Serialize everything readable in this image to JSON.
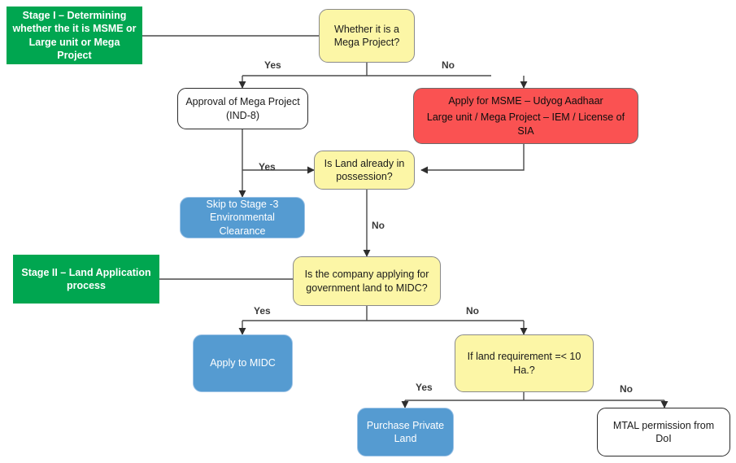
{
  "diagram": {
    "title": "Stage I / Stage II Project & Land Application Flowchart",
    "colors": {
      "stage_green": "#00a650",
      "decision_yellow": "#fcf6a6",
      "alert_red": "#fa5252",
      "action_blue": "#559bd1",
      "plain_white": "#ffffff",
      "connector": "#404040"
    },
    "nodes": {
      "stage1": {
        "line1": "Stage I – Determining",
        "line2": "whether the it is  MSME or",
        "line3": "Large unit or Mega Project"
      },
      "mega_project_q": {
        "line1": "Whether it is a",
        "line2": "Mega Project?"
      },
      "approval_mega": {
        "line1": "Approval of Mega Project",
        "line2": "(IND-8)"
      },
      "apply_msme": {
        "line1": "Apply for MSME – Udyog Aadhaar",
        "line2": "Large unit / Mega Project – IEM / License of SIA"
      },
      "land_possession_q": {
        "line1": "Is Land already in",
        "line2": "possession?"
      },
      "skip_stage3": {
        "line1": "Skip to Stage -3",
        "line2": "Environmental Clearance"
      },
      "stage2": {
        "line1": "Stage II – Land Application",
        "line2": "process"
      },
      "gov_land_q": {
        "line1": "Is the company applying for",
        "line2": "government land to MIDC?"
      },
      "apply_midc": {
        "line1": "Apply to MIDC",
        "line2": ""
      },
      "land_req_q": {
        "line1": "If land requirement =< 10",
        "line2": "Ha.?"
      },
      "purchase_private": {
        "line1": "Purchase Private",
        "line2": "Land"
      },
      "mtal_permission": {
        "line1": "MTAL permission from",
        "line2": "DoI"
      }
    },
    "edge_labels": {
      "mega_yes": "Yes",
      "mega_no": "No",
      "approval_yes": "Yes",
      "possession_no": "No",
      "gov_land_yes": "Yes",
      "gov_land_no": "No",
      "land_req_yes": "Yes",
      "land_req_no": "No"
    }
  }
}
